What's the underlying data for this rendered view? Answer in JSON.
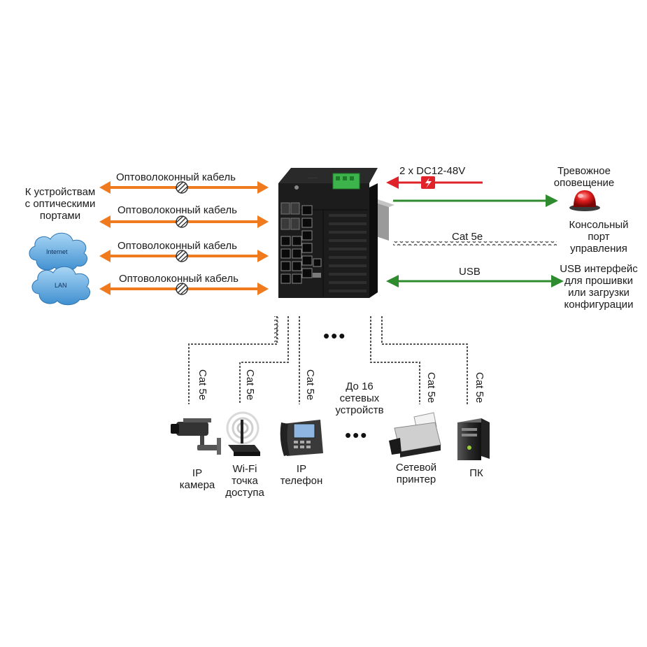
{
  "left": {
    "target_label": "К устройствам\nс оптическими\nпортами",
    "internet_label": "Internet",
    "lan_label": "LAN",
    "fiber_cables": [
      "Оптоволоконный кабель",
      "Оптоволоконный кабель",
      "Оптоволоконный кабель",
      "Оптоволоконный кабель"
    ]
  },
  "right": {
    "power_label": "2 x DC12-48V",
    "alarm_label": "Тревожное\nоповещение",
    "cat5e_label": "Cat 5e",
    "console_label": "Консольный\nпорт\nуправления",
    "usb_label": "USB",
    "usb_target_label": "USB интерфейс\nдля прошивки\nили загрузки\nконфигурации"
  },
  "bottom": {
    "cable_labels": [
      "Cat 5e",
      "Cat 5e",
      "Cat 5e",
      "Cat 5e",
      "Cat 5e"
    ],
    "ellipsis": "•••",
    "count_label": "До 16\nсетевых\nустройств",
    "devices": [
      {
        "label": "IP\nкамера",
        "icon": "ip-camera-icon"
      },
      {
        "label": "Wi-Fi\nточка\nдоступа",
        "icon": "wifi-access-point-icon"
      },
      {
        "label": "IP\nтелефон",
        "icon": "ip-phone-icon"
      },
      {
        "label": "Сетевой\nпринтер",
        "icon": "printer-icon"
      },
      {
        "label": "ПК",
        "icon": "pc-tower-icon"
      }
    ]
  },
  "colors": {
    "fiber_arrow": "#f07a1e",
    "power_arrow": "#e0232a",
    "link_arrow": "#2e8b2e",
    "twisted_cable": "#555555",
    "switch_body": "#1c1c1c",
    "terminal_block": "#3cb44b"
  }
}
